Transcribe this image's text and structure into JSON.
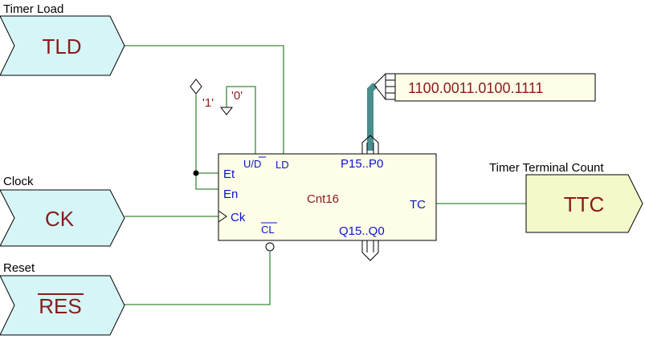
{
  "inputs": {
    "tld": {
      "caption": "Timer Load",
      "name": "TLD"
    },
    "ck": {
      "caption": "Clock",
      "name": "CK"
    },
    "res": {
      "caption": "Reset",
      "name": "RES"
    }
  },
  "output": {
    "caption_a": "Timer Terminal",
    "caption_b": "Count",
    "name": "TTC"
  },
  "constants": {
    "one": "'1'",
    "zero": "'0'",
    "preset_value": "1100.0011.0100.1111"
  },
  "counter": {
    "name": "Cnt16",
    "pins": {
      "ud_u": "U/",
      "ud_d": "D",
      "ld": "LD",
      "p": "P15..P0",
      "et": "Et",
      "en": "En",
      "ck": "Ck",
      "cl": "CL",
      "tc": "TC",
      "q": "Q15..Q0"
    }
  },
  "colors": {
    "wire": "#3a8a3a",
    "input_fill": "#d6f5f7",
    "output_fill": "#f5f8c8",
    "block_fill": "#fdfde8",
    "bus": "#4a8e8e",
    "port_text": "#8b1a1a",
    "pin_text": "#0a14c8"
  }
}
